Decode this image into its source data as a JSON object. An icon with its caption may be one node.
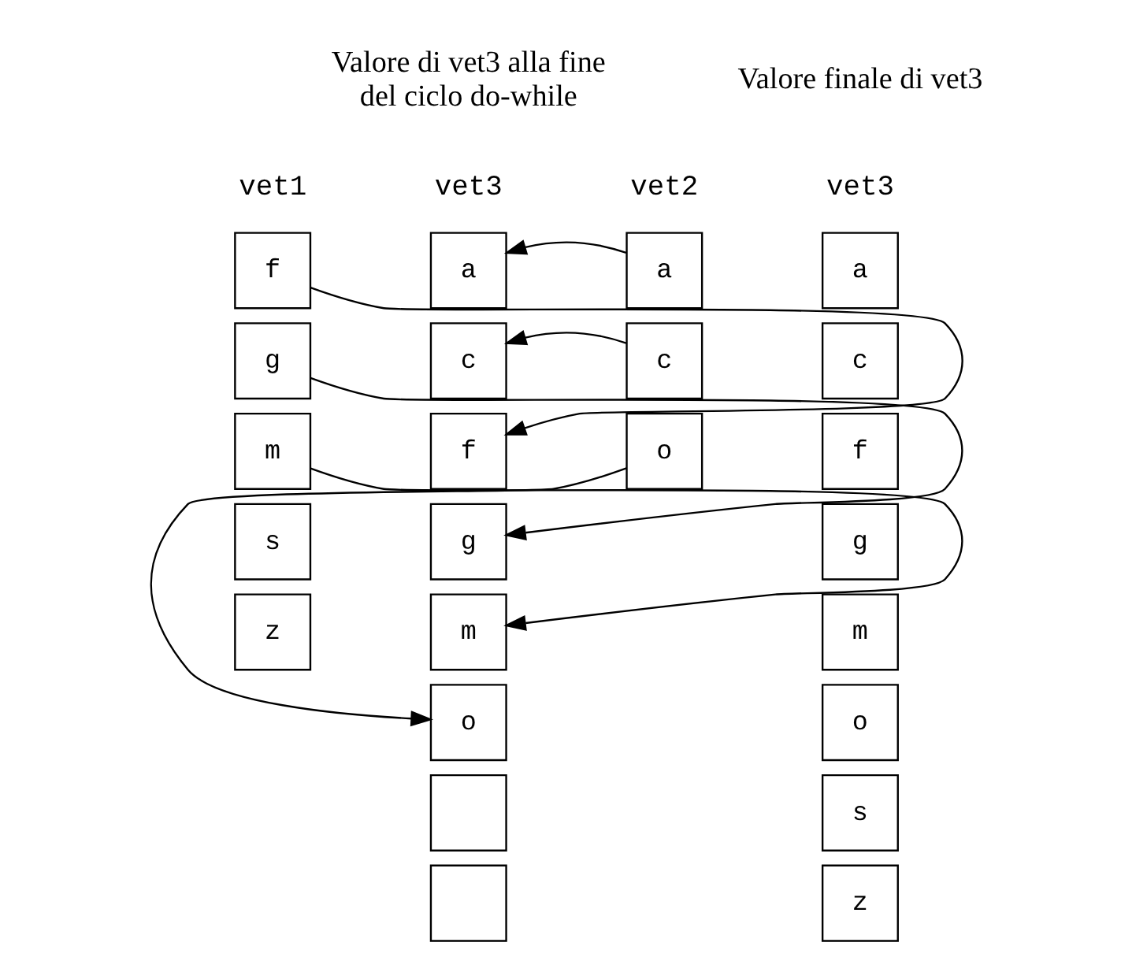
{
  "diagram": {
    "nodes": [
      {
        "text": [
          "f"
        ]
      },
      {
        "text": [
          "g"
        ]
      },
      {
        "text": [
          "m"
        ]
      },
      {
        "text": [
          "s"
        ]
      },
      {
        "text": [
          "z"
        ]
      },
      {
        "text": [
          "a"
        ]
      },
      {
        "text": [
          "c"
        ]
      },
      {
        "text": [
          "f"
        ]
      },
      {
        "text": [
          "g"
        ]
      },
      {
        "text": [
          "m"
        ]
      },
      {
        "text": [
          "o"
        ]
      },
      {
        "text": [],
        "shape": "box"
      },
      {
        "text": [],
        "shape": "box"
      },
      {
        "text": [
          "a"
        ]
      },
      {
        "text": [
          "c"
        ]
      },
      {
        "text": [
          "o"
        ]
      },
      {
        "text": [
          "a"
        ]
      },
      {
        "text": [
          "c"
        ]
      },
      {
        "text": [
          "f"
        ]
      },
      {
        "text": [
          "g"
        ]
      },
      {
        "text": [
          "m"
        ]
      },
      {
        "text": [
          "o"
        ]
      },
      {
        "text": [
          "s"
        ]
      },
      {
        "text": [
          "z"
        ]
      }
    ],
    "edges": [
      {
        "from": 13,
        "to": 5,
        "arrow": "to"
      },
      {
        "from": 14,
        "to": 6,
        "arrow": "to"
      },
      {
        "from": 0,
        "to": 7,
        "arrow": "to"
      },
      {
        "from": 1,
        "to": 8,
        "arrow": "to"
      },
      {
        "from": 2,
        "to": 9,
        "arrow": "to"
      },
      {
        "from": 15,
        "to": 10,
        "arrow": "to"
      }
    ],
    "labels": [
      "Valore di vet3 alla fine del ciclo do-while",
      "Valore finale di vet3",
      "vet1",
      "vet3",
      "vet2",
      "vet3"
    ]
  }
}
